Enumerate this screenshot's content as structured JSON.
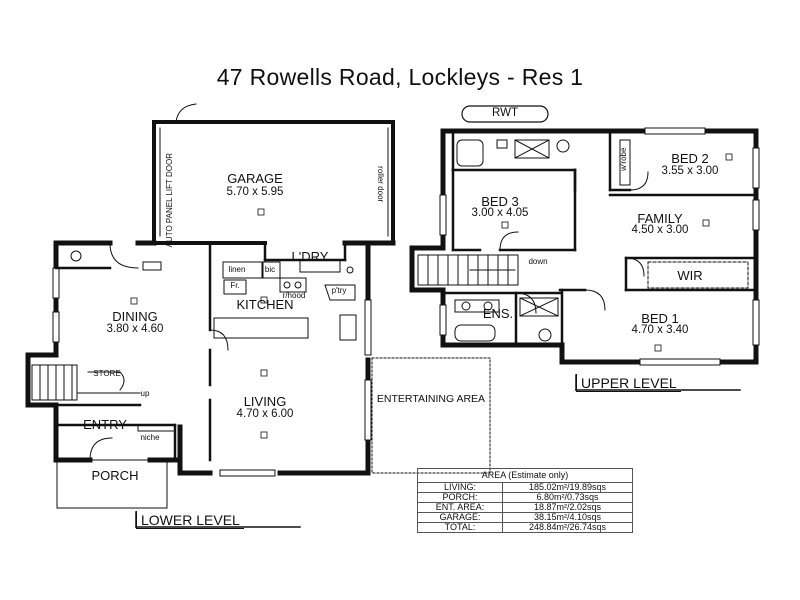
{
  "title": "47 Rowells Road, Lockleys - Res 1",
  "levels": {
    "lower": "LOWER LEVEL",
    "upper": "UPPER LEVEL"
  },
  "rwt": "RWT",
  "rooms": {
    "garage": {
      "name": "GARAGE",
      "dim": "5.70 x 5.95"
    },
    "dining": {
      "name": "DINING",
      "dim": "3.80 x 4.60"
    },
    "kitchen": {
      "name": "KITCHEN"
    },
    "laundry": {
      "name": "L'DRY"
    },
    "living": {
      "name": "LIVING",
      "dim": "4.70 x 6.00"
    },
    "entry": {
      "name": "ENTRY"
    },
    "porch": {
      "name": "PORCH"
    },
    "entertaining": {
      "name": "ENTERTAINING AREA"
    },
    "bed3": {
      "name": "BED 3",
      "dim": "3.00 x 4.05"
    },
    "bed2": {
      "name": "BED 2",
      "dim": "3.55 x 3.00"
    },
    "family": {
      "name": "FAMILY",
      "dim": "4.50 x 3.00"
    },
    "wir": {
      "name": "WIR"
    },
    "bed1": {
      "name": "BED 1",
      "dim": "4.70 x 3.40"
    },
    "ens": {
      "name": "ENS."
    }
  },
  "small_labels": {
    "auto_door": "AUTO PANEL LIFT DOOR",
    "roller_door": "roller door",
    "linen": "linen",
    "bic": "bic",
    "fr": "Fr.",
    "rhood": "r/hood",
    "pantry": "p'try",
    "store": "STORE",
    "up": "up",
    "niche": "niche",
    "down": "down",
    "wrobe": "w'robe"
  },
  "area": {
    "heading": "AREA (Estimate only)",
    "rows": [
      {
        "label": "LIVING:",
        "value": "185.02m²/19.89sqs"
      },
      {
        "label": "PORCH:",
        "value": "6.80m²/0.73sqs"
      },
      {
        "label": "ENT. AREA:",
        "value": "18.87m²/2.02sqs"
      },
      {
        "label": "GARAGE:",
        "value": "38.15m²/4.10sqs"
      },
      {
        "label": "TOTAL:",
        "value": "248.84m²/26.74sqs"
      }
    ]
  }
}
